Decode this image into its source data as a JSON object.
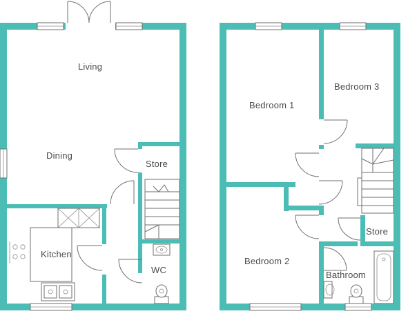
{
  "ground_floor": {
    "rooms": {
      "living": "Living",
      "dining": "Dining",
      "store": "Store",
      "kitchen": "Kitchen",
      "wc": "WC"
    }
  },
  "first_floor": {
    "rooms": {
      "bedroom1": "Bedroom 1",
      "bedroom2": "Bedroom 2",
      "bedroom3": "Bedroom 3",
      "store": "Store",
      "bathroom": "Bathroom"
    }
  },
  "colors": {
    "wall": "#4bbdb5",
    "line": "#6f6f6f",
    "text": "#4a4a4a"
  }
}
